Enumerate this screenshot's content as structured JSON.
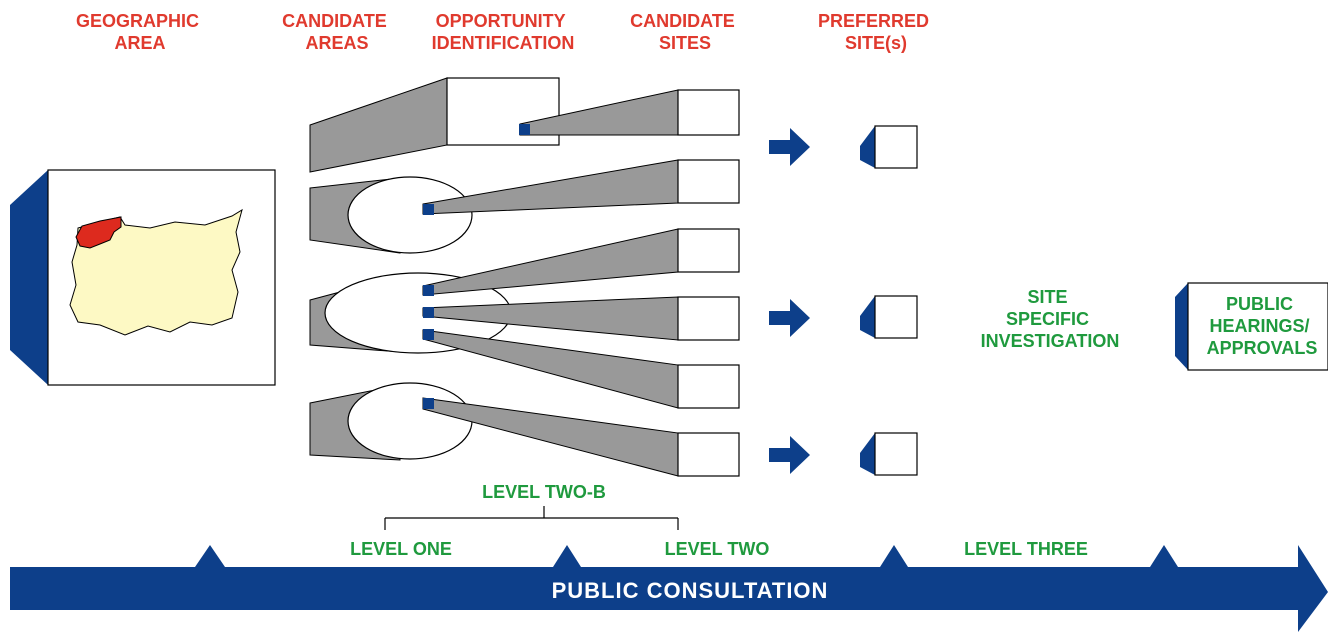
{
  "headers": {
    "geographic_area": [
      "GEOGRAPHIC",
      "AREA"
    ],
    "candidate_areas": [
      "CANDIDATE",
      "AREAS"
    ],
    "opportunity_identification": [
      "OPPORTUNITY",
      "IDENTIFICATION"
    ],
    "candidate_sites": [
      "CANDIDATE",
      "SITES"
    ],
    "preferred_sites": [
      "PREFERRED",
      "SITE(s)"
    ]
  },
  "stages": {
    "site_specific_investigation": [
      "SITE",
      "SPECIFIC",
      "INVESTIGATION"
    ],
    "public_hearings_approvals": [
      "PUBLIC",
      "HEARINGS/",
      "APPROVALS"
    ]
  },
  "levels": {
    "level_two_b": "LEVEL   TWO-B",
    "level_one": "LEVEL   ONE",
    "level_two": "LEVEL   TWO",
    "level_three": "LEVEL   THREE"
  },
  "consultation_bar": {
    "label": "PUBLIC    CONSULTATION"
  },
  "colors": {
    "heading_red": "#e03a2e",
    "level_green": "#1f9a3e",
    "navy": "#0d3f8a",
    "funnel_gray": "#999999",
    "map_fill": "#fdf9c4",
    "map_highlight": "#dd2a1e"
  }
}
